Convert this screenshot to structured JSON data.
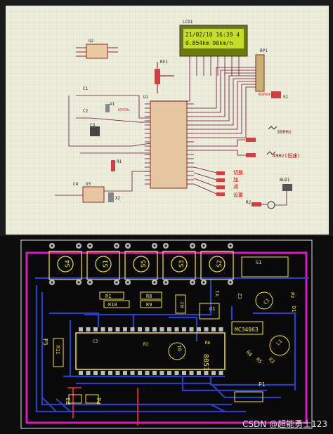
{
  "schematic": {
    "lcd": {
      "ref": "LCD1",
      "line1": "21/02/10 16:39 4",
      "line2": "0.854km 90km/h"
    },
    "refs": {
      "u2": "U2",
      "u1": "U1",
      "rv1": "RV1",
      "rp1": "RP1",
      "x1": "X1",
      "c1": "C1",
      "c2": "C2",
      "c3": "C3",
      "c4": "C4",
      "r1": "R1",
      "u3": "U3",
      "x2": "X2",
      "s1": "S1",
      "buz1": "BUZ1",
      "r2": "R2"
    },
    "freq_labels": {
      "high": "300Hz",
      "low": "49Hz(低速)"
    },
    "buttons": [
      "切换",
      "加",
      "减",
      "设置"
    ],
    "crystal": "CRYSTAL",
    "resp": "RESPACK-8"
  },
  "pcb": {
    "keys": [
      "S4",
      "S1",
      "S5",
      "S3",
      "S2"
    ],
    "resistors": [
      "R1",
      "R10",
      "R8",
      "R9",
      "R7"
    ],
    "chip_label": "8051",
    "ic_label": "MC34063",
    "left_labels": [
      "P5",
      "R11"
    ],
    "bottom_labels": [
      "P3",
      "P4",
      "P1"
    ],
    "right_labels": [
      "P2",
      "D1",
      "S1",
      "C1",
      "L1",
      "Y1",
      "U1",
      "C2",
      "R4",
      "R5",
      "R3"
    ],
    "misc": [
      "C3",
      "Q1",
      "R2",
      "R6"
    ]
  },
  "watermark": "CSDN @超能勇士123",
  "colors": {
    "schem_bg": "#ececda",
    "grid": "#d9d9c4",
    "wire": "#6a0a3a",
    "pcb_bg": "#0a0a0a",
    "track_blue": "#2a3ec8",
    "silk": "#f2e43a",
    "outline": "#d819c8",
    "pad": "#c8c8c8",
    "red": "#ff2a2a"
  }
}
